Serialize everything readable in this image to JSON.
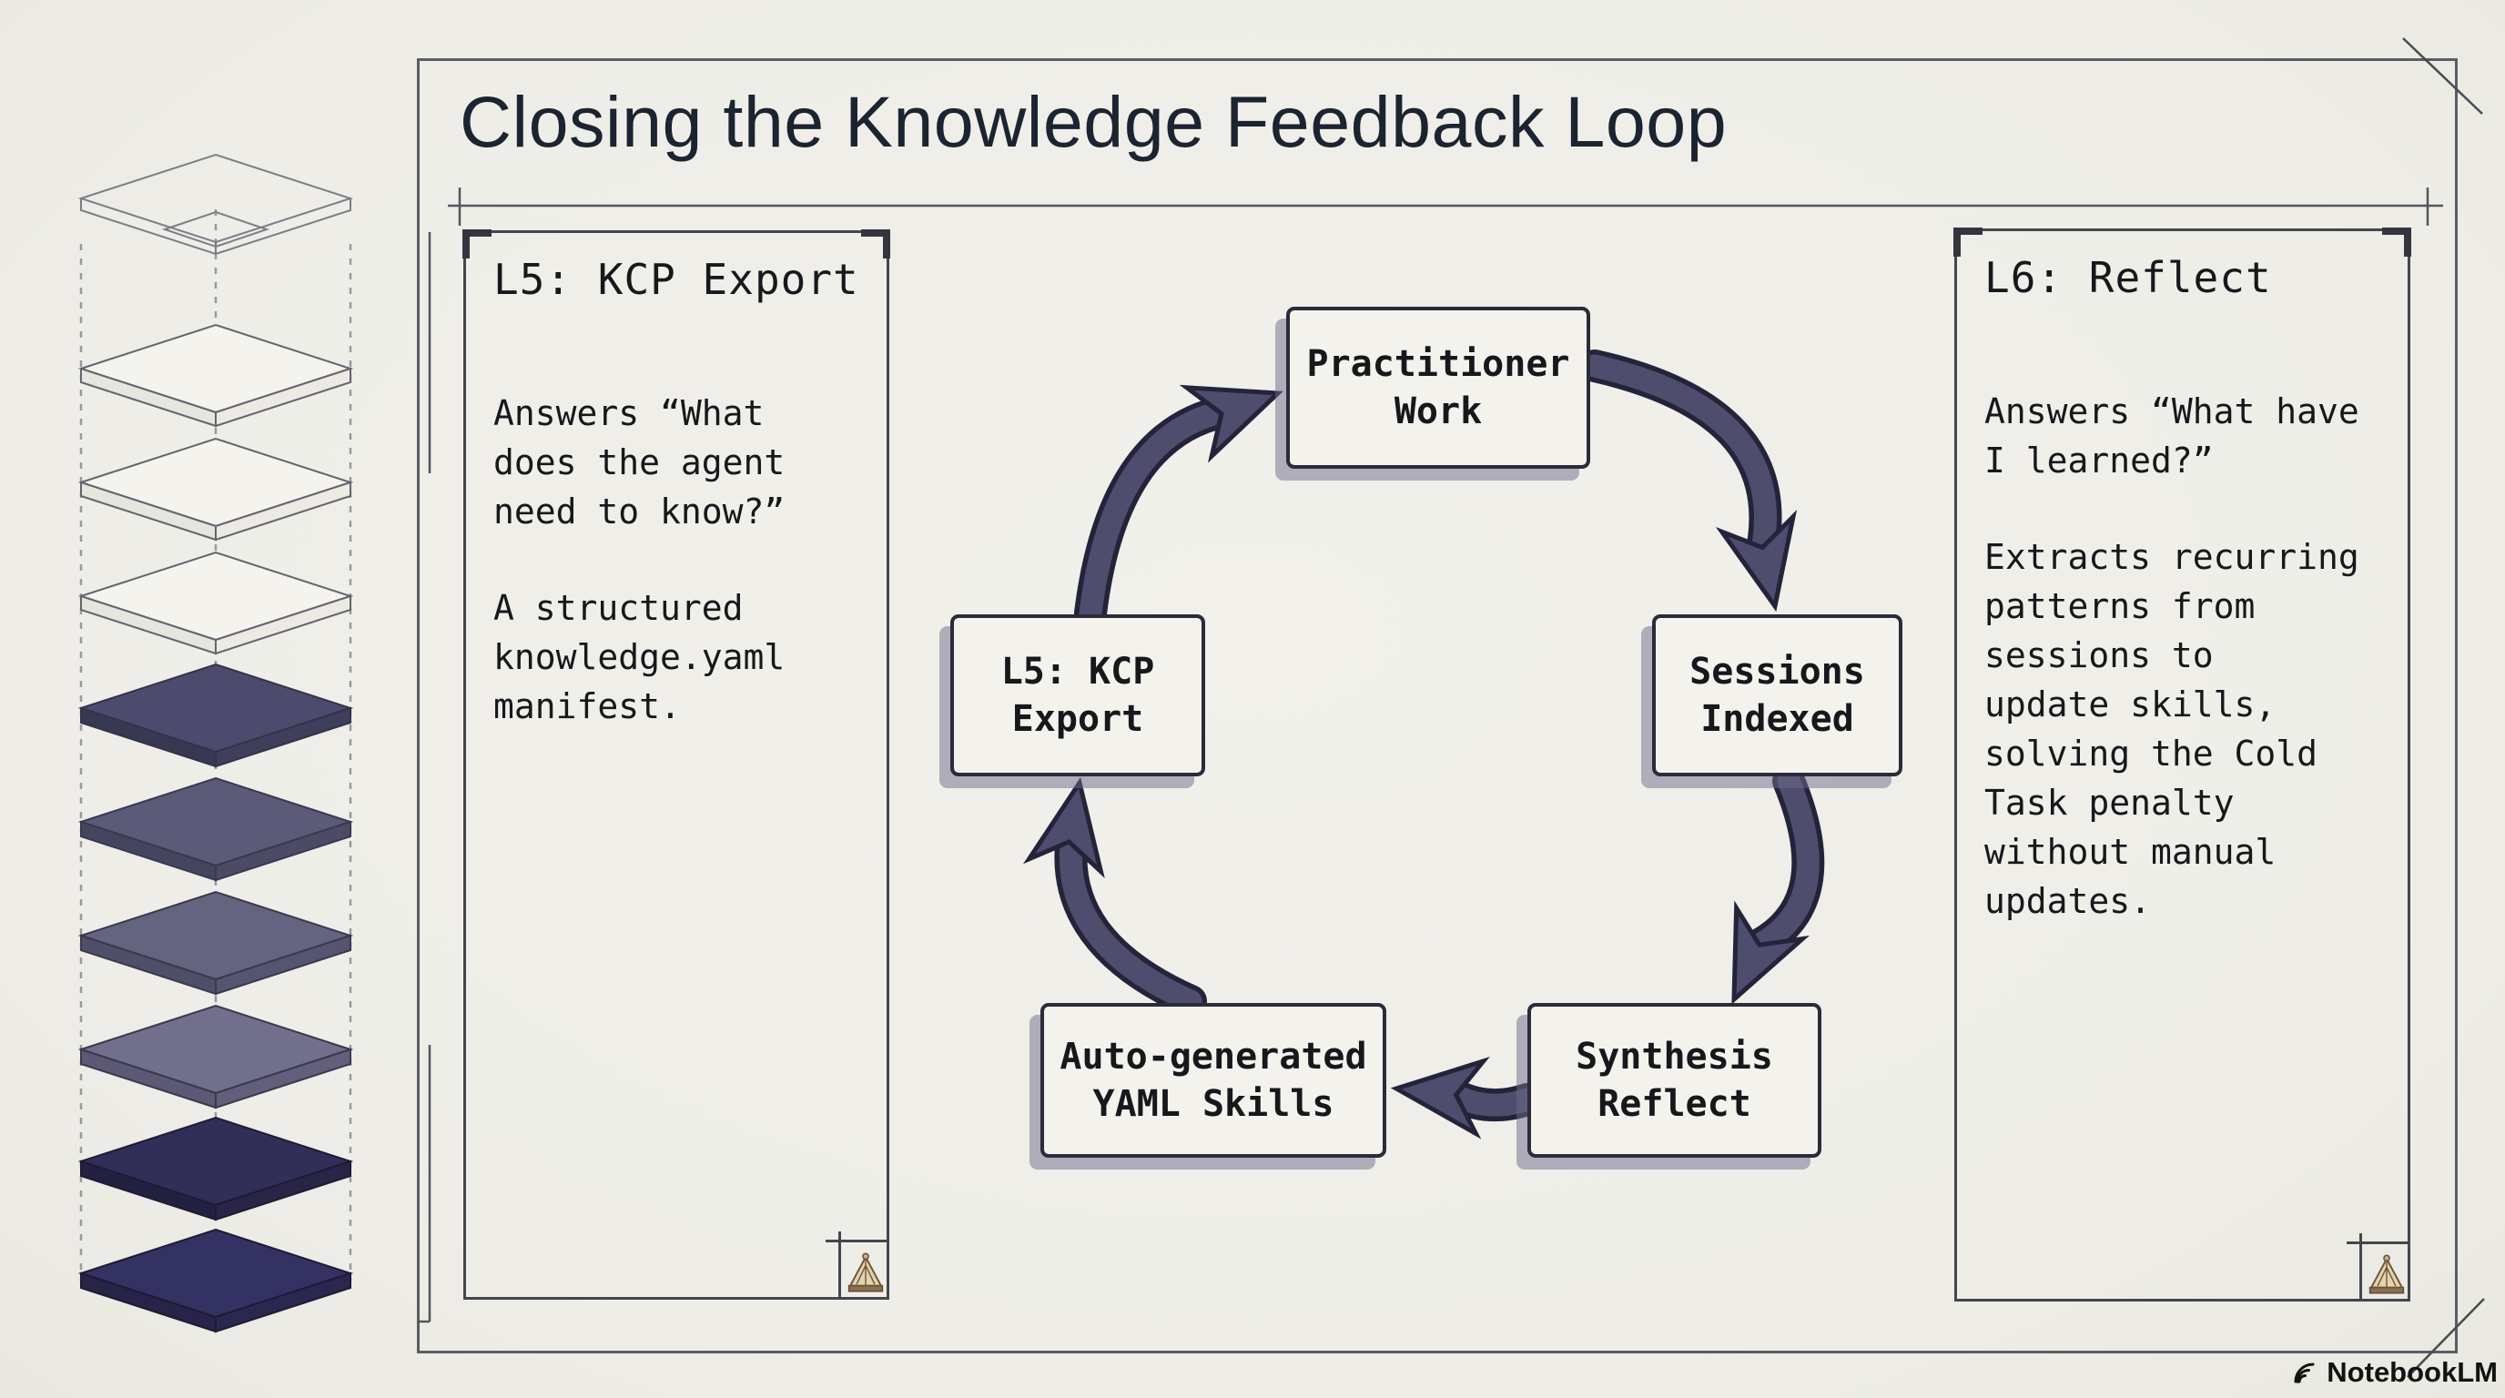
{
  "title": "Closing the Knowledge Feedback Loop",
  "left_panel": {
    "heading": "L5: KCP Export",
    "para1": "Answers “What\ndoes the agent\nneed to know?”",
    "para2": "A structured\nknowledge.yaml\nmanifest."
  },
  "right_panel": {
    "heading": "L6: Reflect",
    "para1": "Answers “What have\nI learned?”",
    "para2": "Extracts recurring\npatterns from\nsessions to\nupdate skills,\nsolving the Cold\nTask penalty\nwithout manual\nupdates."
  },
  "loop": {
    "practitioner": "Practitioner\nWork",
    "sessions": "Sessions\nIndexed",
    "synthesis": "Synthesis\nReflect",
    "auto_yaml": "Auto-generated\nYAML Skills",
    "kcp_export": "L5: KCP\nExport"
  },
  "footer": {
    "brand": "NotebookLM"
  },
  "icons": {
    "panel_corner": "drafting-seal-icon",
    "brand": "notebooklm-icon"
  },
  "colors": {
    "background": "#efeee9",
    "ink": "#1b2430",
    "frame_line": "#5c5c64",
    "arrow_fill": "#4e4d6e",
    "arrow_outline": "#23233a",
    "box_fill": "#f3f2ed",
    "box_border": "#2b2b3a",
    "layer_purple_light": "#716f8b",
    "layer_purple": "#4c4b6d",
    "layer_navy": "#312f58",
    "seal_gold": "#8a7050"
  }
}
